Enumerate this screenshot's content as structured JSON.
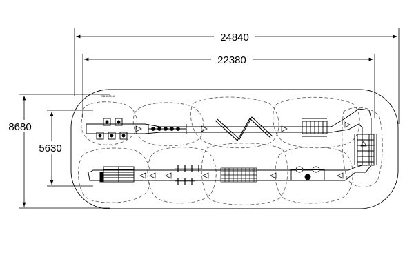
{
  "dimensions": {
    "overall_length": "24840",
    "inner_length": "22380",
    "overall_width": "8680",
    "inner_width": "5630"
  },
  "drawing": {
    "tiny_label": "SBS00016"
  },
  "colors": {
    "line": "#000000",
    "dashed_zone": "#666666",
    "background": "#ffffff"
  }
}
